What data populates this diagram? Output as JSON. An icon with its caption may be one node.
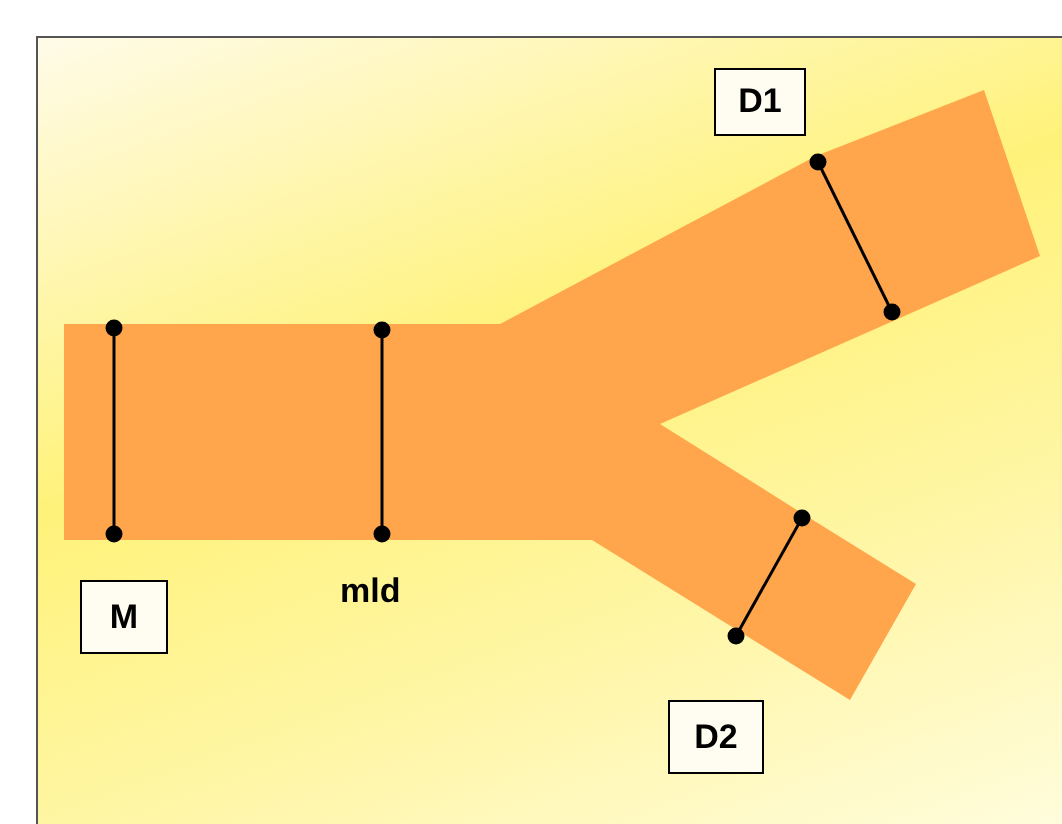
{
  "diagram": {
    "nodes": [
      {
        "text": [
          "D1"
        ]
      },
      {
        "text": [
          "M"
        ]
      },
      {
        "text": [
          "D2"
        ]
      }
    ],
    "labels": [
      "mld"
    ]
  }
}
